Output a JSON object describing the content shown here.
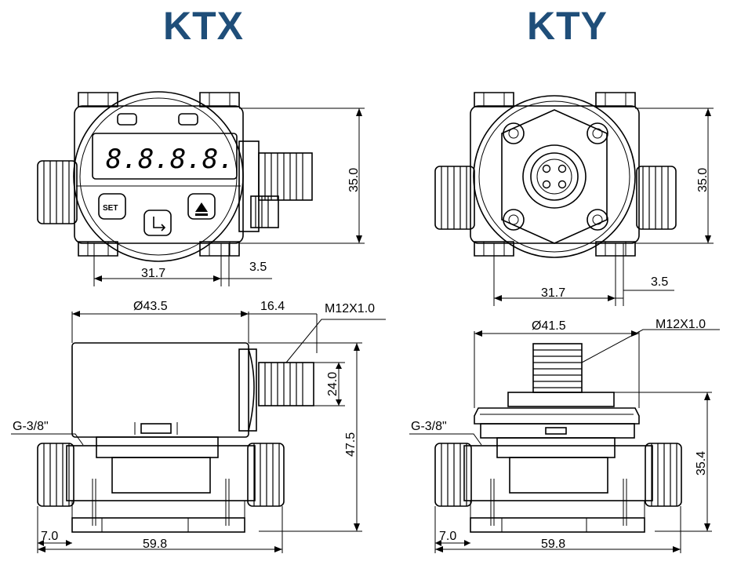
{
  "titles": {
    "left": "KTX",
    "right": "KTY"
  },
  "ktx": {
    "display_text": "8.8.8.8.",
    "set_label": "SET",
    "height_dim": "35.0",
    "width_dim": "31.7",
    "offset_dim": "3.5",
    "diameter_dim": "Ø43.5",
    "connector_len_dim": "16.4",
    "connector_label": "M12X1.0",
    "connector_height_dim": "24.0",
    "total_height_dim": "47.5",
    "thread_label": "G-3/8\"",
    "port_dim": "7.0",
    "length_dim": "59.8"
  },
  "kty": {
    "height_dim": "35.0",
    "width_dim": "31.7",
    "offset_dim": "3.5",
    "diameter_dim": "Ø41.5",
    "connector_label": "M12X1.0",
    "total_height_dim": "35.4",
    "thread_label": "G-3/8\"",
    "port_dim": "7.0",
    "length_dim": "59.8"
  }
}
